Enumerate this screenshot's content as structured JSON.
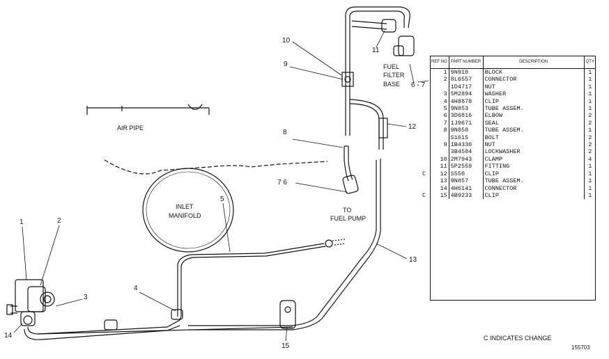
{
  "diagram": {
    "callouts": {
      "c1": "1",
      "c2": "2",
      "c3": "3",
      "c4": "4",
      "c5": "5",
      "c14": "14",
      "c15": "15",
      "c13": "13",
      "c12": "12",
      "c8": "8",
      "c76": "7 6",
      "c9": "9",
      "c10": "10",
      "c11": "11",
      "c67": "6 - 7"
    },
    "labels": {
      "air_pipe": "AIR PIPE",
      "inlet_manifold_1": "INLET",
      "inlet_manifold_2": "MANIFOLD",
      "to_fuel_pump_1": "TO",
      "to_fuel_pump_2": "FUEL PUMP",
      "fuel_filter_1": "FUEL",
      "fuel_filter_2": "FILTER",
      "fuel_filter_3": "BASE"
    }
  },
  "parts_table": {
    "headers": {
      "ref": "REF NO",
      "part": "PART NUMBER",
      "desc": "DESCRIPTION",
      "qty": "QTY"
    },
    "rows": [
      {
        "ref": "1",
        "part": "9N910",
        "desc": "BLOCK",
        "qty": "1",
        "change": ""
      },
      {
        "ref": "2",
        "part": "8L6557",
        "desc": "CONNECTOR",
        "qty": "1",
        "change": ""
      },
      {
        "ref": "",
        "part": "1D4717",
        "desc": "NUT",
        "qty": "1",
        "change": ""
      },
      {
        "ref": "3",
        "part": "5M2894",
        "desc": "WASHER",
        "qty": "1",
        "change": ""
      },
      {
        "ref": "4",
        "part": "4H8878",
        "desc": "CLIP",
        "qty": "1",
        "change": ""
      },
      {
        "ref": "5",
        "part": "9N853",
        "desc": "TUBE ASSEM.",
        "qty": "1",
        "change": ""
      },
      {
        "ref": "6",
        "part": "3D6816",
        "desc": "ELBOW",
        "qty": "2",
        "change": ""
      },
      {
        "ref": "7",
        "part": "1J9671",
        "desc": "SEAL",
        "qty": "2",
        "change": ""
      },
      {
        "ref": "8",
        "part": "9N858",
        "desc": "TUBE ASSEM.",
        "qty": "1",
        "change": ""
      },
      {
        "ref": "",
        "part": "S1615",
        "desc": "BOLT",
        "qty": "2",
        "change": ""
      },
      {
        "ref": "9",
        "part": "1B4330",
        "desc": "NUT",
        "qty": "2",
        "change": ""
      },
      {
        "ref": "",
        "part": "3B4504",
        "desc": "LOCKWASHER",
        "qty": "2",
        "change": ""
      },
      {
        "ref": "10",
        "part": "2M7943",
        "desc": "CLAMP",
        "qty": "4",
        "change": ""
      },
      {
        "ref": "11",
        "part": "5P2559",
        "desc": "FITTING",
        "qty": "1",
        "change": ""
      },
      {
        "ref": "12",
        "part": "S550",
        "desc": "CLIP",
        "qty": "1",
        "change": "C"
      },
      {
        "ref": "13",
        "part": "9N857",
        "desc": "TUBE ASSEM.",
        "qty": "1",
        "change": ""
      },
      {
        "ref": "14",
        "part": "4H6141",
        "desc": "CONNECTOR",
        "qty": "1",
        "change": ""
      },
      {
        "ref": "15",
        "part": "4B9233",
        "desc": "CLIP",
        "qty": "1",
        "change": "C"
      }
    ]
  },
  "footer": {
    "change_note": "C INDICATES CHANGE",
    "figure_id": "155703"
  }
}
